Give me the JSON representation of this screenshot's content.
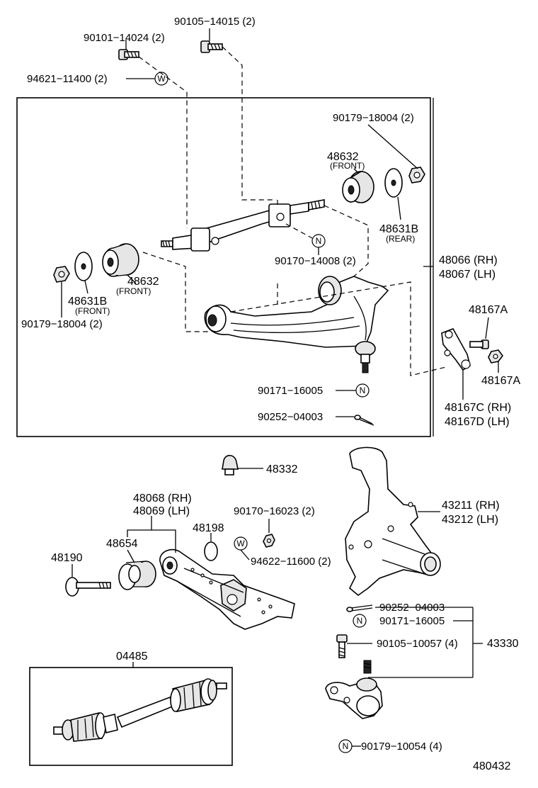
{
  "labels": {
    "l_9010514015": "90105−14015 (2)",
    "l_9010114024": "90101−14024 (2)",
    "l_9462111400": "94621−11400 (2)",
    "l_9017918004_top": "90179−18004 (2)",
    "l_48632_front_top": "48632",
    "l_48632_front_top_sub": "(FRONT)",
    "l_48631b_rear": "48631B",
    "l_48631b_rear_sub": "(REAR)",
    "l_9017014008": "90170−14008 (2)",
    "l_48066": "48066 (RH)",
    "l_48067": "48067 (LH)",
    "l_48632_front_left": "48632",
    "l_48632_front_left_sub": "(FRONT)",
    "l_48631b_front": "48631B",
    "l_48631b_front_sub": "(FRONT)",
    "l_9017918004_bottom": "90179−18004 (2)",
    "l_48167a_1": "48167A",
    "l_48167a_2": "48167A",
    "l_9017116005_top": "90171−16005",
    "l_48167c": "48167C (RH)",
    "l_48167d": "48167D (LH)",
    "l_9025204003_top": "90252−04003",
    "l_48332": "48332",
    "l_48068": "48068 (RH)",
    "l_48069": "48069 (LH)",
    "l_9017016023": "90170−16023 (2)",
    "l_43211": "43211 (RH)",
    "l_43212": "43212 (LH)",
    "l_48198": "48198",
    "l_48654": "48654",
    "l_48190": "48190",
    "l_9462211600": "94622−11600 (2)",
    "l_9025204003_bottom": "90252−04003",
    "l_9017116005_bottom": "90171−16005",
    "l_9010510057": "90105−10057 (4)",
    "l_43330": "43330",
    "l_04485": "04485",
    "l_9017910054": "90179−10054 (4)",
    "l_480432": "480432"
  },
  "symbols": {
    "washer_mark": "W",
    "nut_mark": "N"
  }
}
